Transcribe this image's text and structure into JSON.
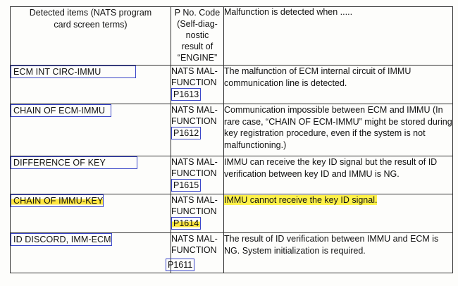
{
  "header": {
    "col1": "Detected items (NATS program card screen terms)",
    "col2_lines": [
      "P No. Code",
      "(Self-diag-",
      "nostic",
      "result of",
      "“ENGINE”"
    ],
    "col3": "Malfunction is detected when ....."
  },
  "rows": [
    {
      "item": "ECM INT CIRC-IMMU",
      "pcode_lines": [
        "NATS MAL-",
        "FUNCTION"
      ],
      "code": "P1613",
      "desc": "The malfunction of ECM internal circuit of IMMU communication line is detected."
    },
    {
      "item": "CHAIN OF ECM-IMMU",
      "pcode_lines": [
        "NATS MAL-",
        "FUNCTION"
      ],
      "code": "P1612",
      "desc": "Communication impossible between ECM and IMMU (In rare case, “CHAIN OF ECM-IMMU” might be stored during key registration procedure, even if the system is not malfunctioning.)"
    },
    {
      "item": "DIFFERENCE OF KEY",
      "pcode_lines": [
        "NATS MAL-",
        "FUNCTION"
      ],
      "code": "P1615",
      "desc": "IMMU can receive the key ID signal but the result of ID verification between key ID and IMMU is NG."
    },
    {
      "item": "CHAIN OF IMMU-KEY",
      "pcode_lines": [
        "NATS MAL-",
        "FUNCTION"
      ],
      "code": "P1614",
      "desc": "IMMU cannot receive the key ID signal."
    },
    {
      "item": "ID DISCORD, IMM-ECM",
      "pcode_lines": [
        "NATS MAL-",
        "FUNCTION"
      ],
      "code": "P1611",
      "desc": "The result of ID verification between IMMU and ECM is NG. System initialization is required."
    }
  ],
  "colors": {
    "box_outline": "#3a46c8",
    "highlight": "#ffe640"
  }
}
